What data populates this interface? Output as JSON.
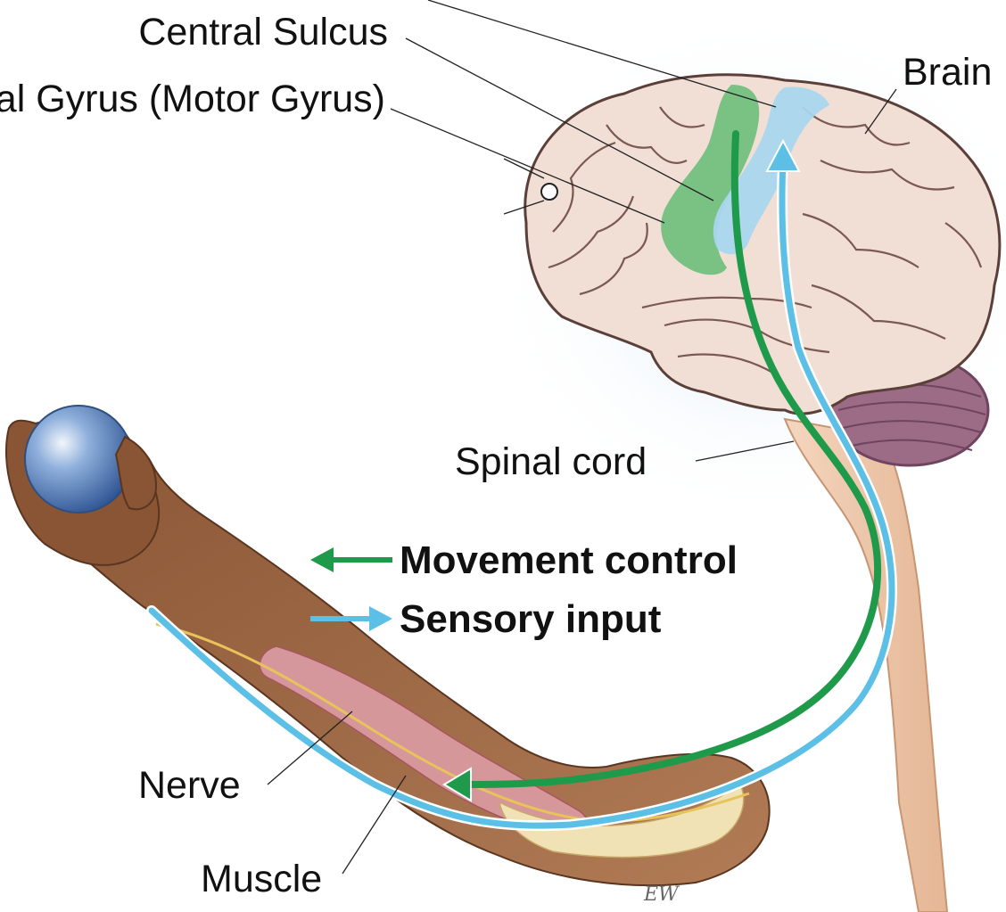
{
  "labels": {
    "central_sulcus": "Central Sulcus",
    "motor_gyrus": "Precentral Gyrus (Motor Gyrus)",
    "brain": "Brain",
    "spinal_cord": "Spinal cord",
    "nerve": "Nerve",
    "muscle": "Muscle"
  },
  "legend": {
    "movement_label": "Movement control",
    "sensory_label": "Sensory input"
  },
  "signature": "EW",
  "colors": {
    "movement_arrow": "#1f9a4b",
    "sensory_arrow": "#5bbfe6",
    "motor_area": "#6cbf7a",
    "sensory_area": "#a9d6ee",
    "brain_fill": "#f1dfd6",
    "cerebellum": "#9c6b85",
    "skin": "#8a5a3c",
    "muscle": "#d99aa0",
    "ball": "#6f93c8"
  }
}
